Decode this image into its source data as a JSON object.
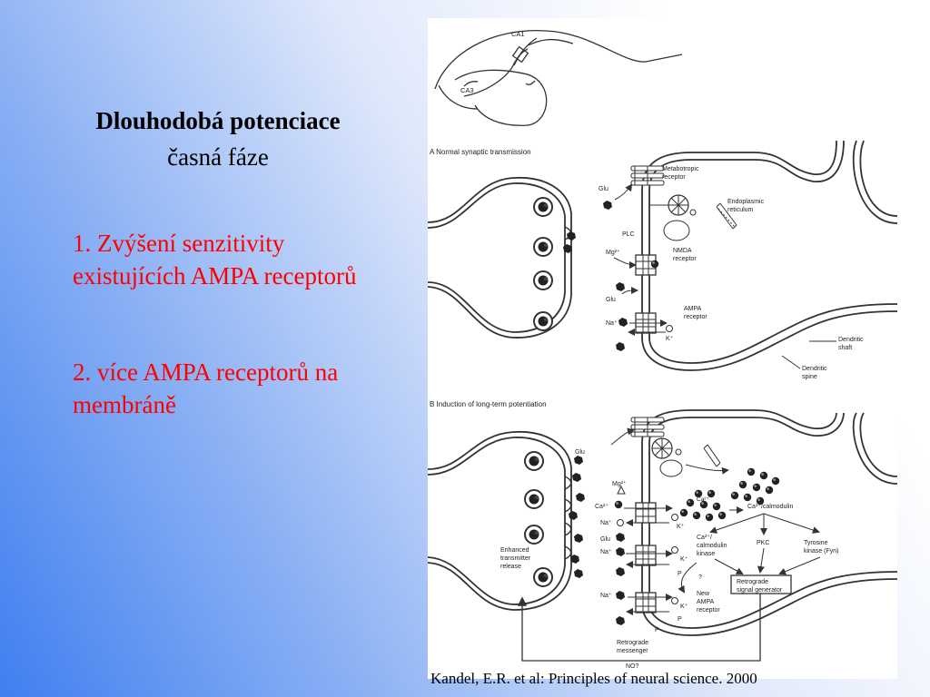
{
  "slide": {
    "title": "Dlouhodobá potenciace",
    "subtitle": "časná fáze",
    "points": [
      "1. Zvýšení senzitivity existujících AMPA receptorů",
      "2. více AMPA receptorů na membráně"
    ],
    "citation": "Kandel, E.R. et al: Principles of neural science. 2000"
  },
  "figure": {
    "hippocampus": {
      "ca1": "CA1",
      "ca3": "CA3"
    },
    "panel_a": {
      "title": "A  Normal synaptic transmission",
      "glu1": "Glu",
      "metabotropic": [
        "Metabotropic",
        "receptor"
      ],
      "er": [
        "Endoplasmic",
        "reticulum"
      ],
      "plc": "PLC",
      "mg": "Mg²⁺",
      "nmda": [
        "NMDA",
        "receptor"
      ],
      "glu2": "Glu",
      "ampa": [
        "AMPA",
        "receptor"
      ],
      "na": "Na⁺",
      "k": "K⁺",
      "dendritic_shaft": [
        "Dendritic",
        "shaft"
      ],
      "dendritic_spine": [
        "Dendritic",
        "spine"
      ]
    },
    "panel_b": {
      "title": "B  Induction of long-term potentiation",
      "glu1": "Glu",
      "mg": "Mg²⁺",
      "ca_left": "Ca²⁺",
      "ca_cluster": "Ca²⁺",
      "ca_calmodulin": "Ca²⁺/calmodulin",
      "na1": "Na⁺",
      "k1": "K⁺",
      "glu2": "Glu",
      "camkii": [
        "Ca²⁺/",
        "calmodulin",
        "kinase"
      ],
      "pkc": "PKC",
      "tyrosine": [
        "Tyrosine",
        "kinase (Fyn)"
      ],
      "na2": "Na⁺",
      "k2": "K⁺",
      "p1": "P",
      "enhanced": [
        "Enhanced",
        "transmitter",
        "release"
      ],
      "question": "?",
      "retrograde_gen": [
        "Retrograde",
        "signal generator"
      ],
      "na3": "Na⁺",
      "k3": "K⁺",
      "p2": "P",
      "new_ampa": [
        "New",
        "AMPA",
        "receptor"
      ],
      "p3": "P",
      "retro_msg": [
        "Retrograde",
        "messenger"
      ],
      "no": "NO?"
    }
  }
}
